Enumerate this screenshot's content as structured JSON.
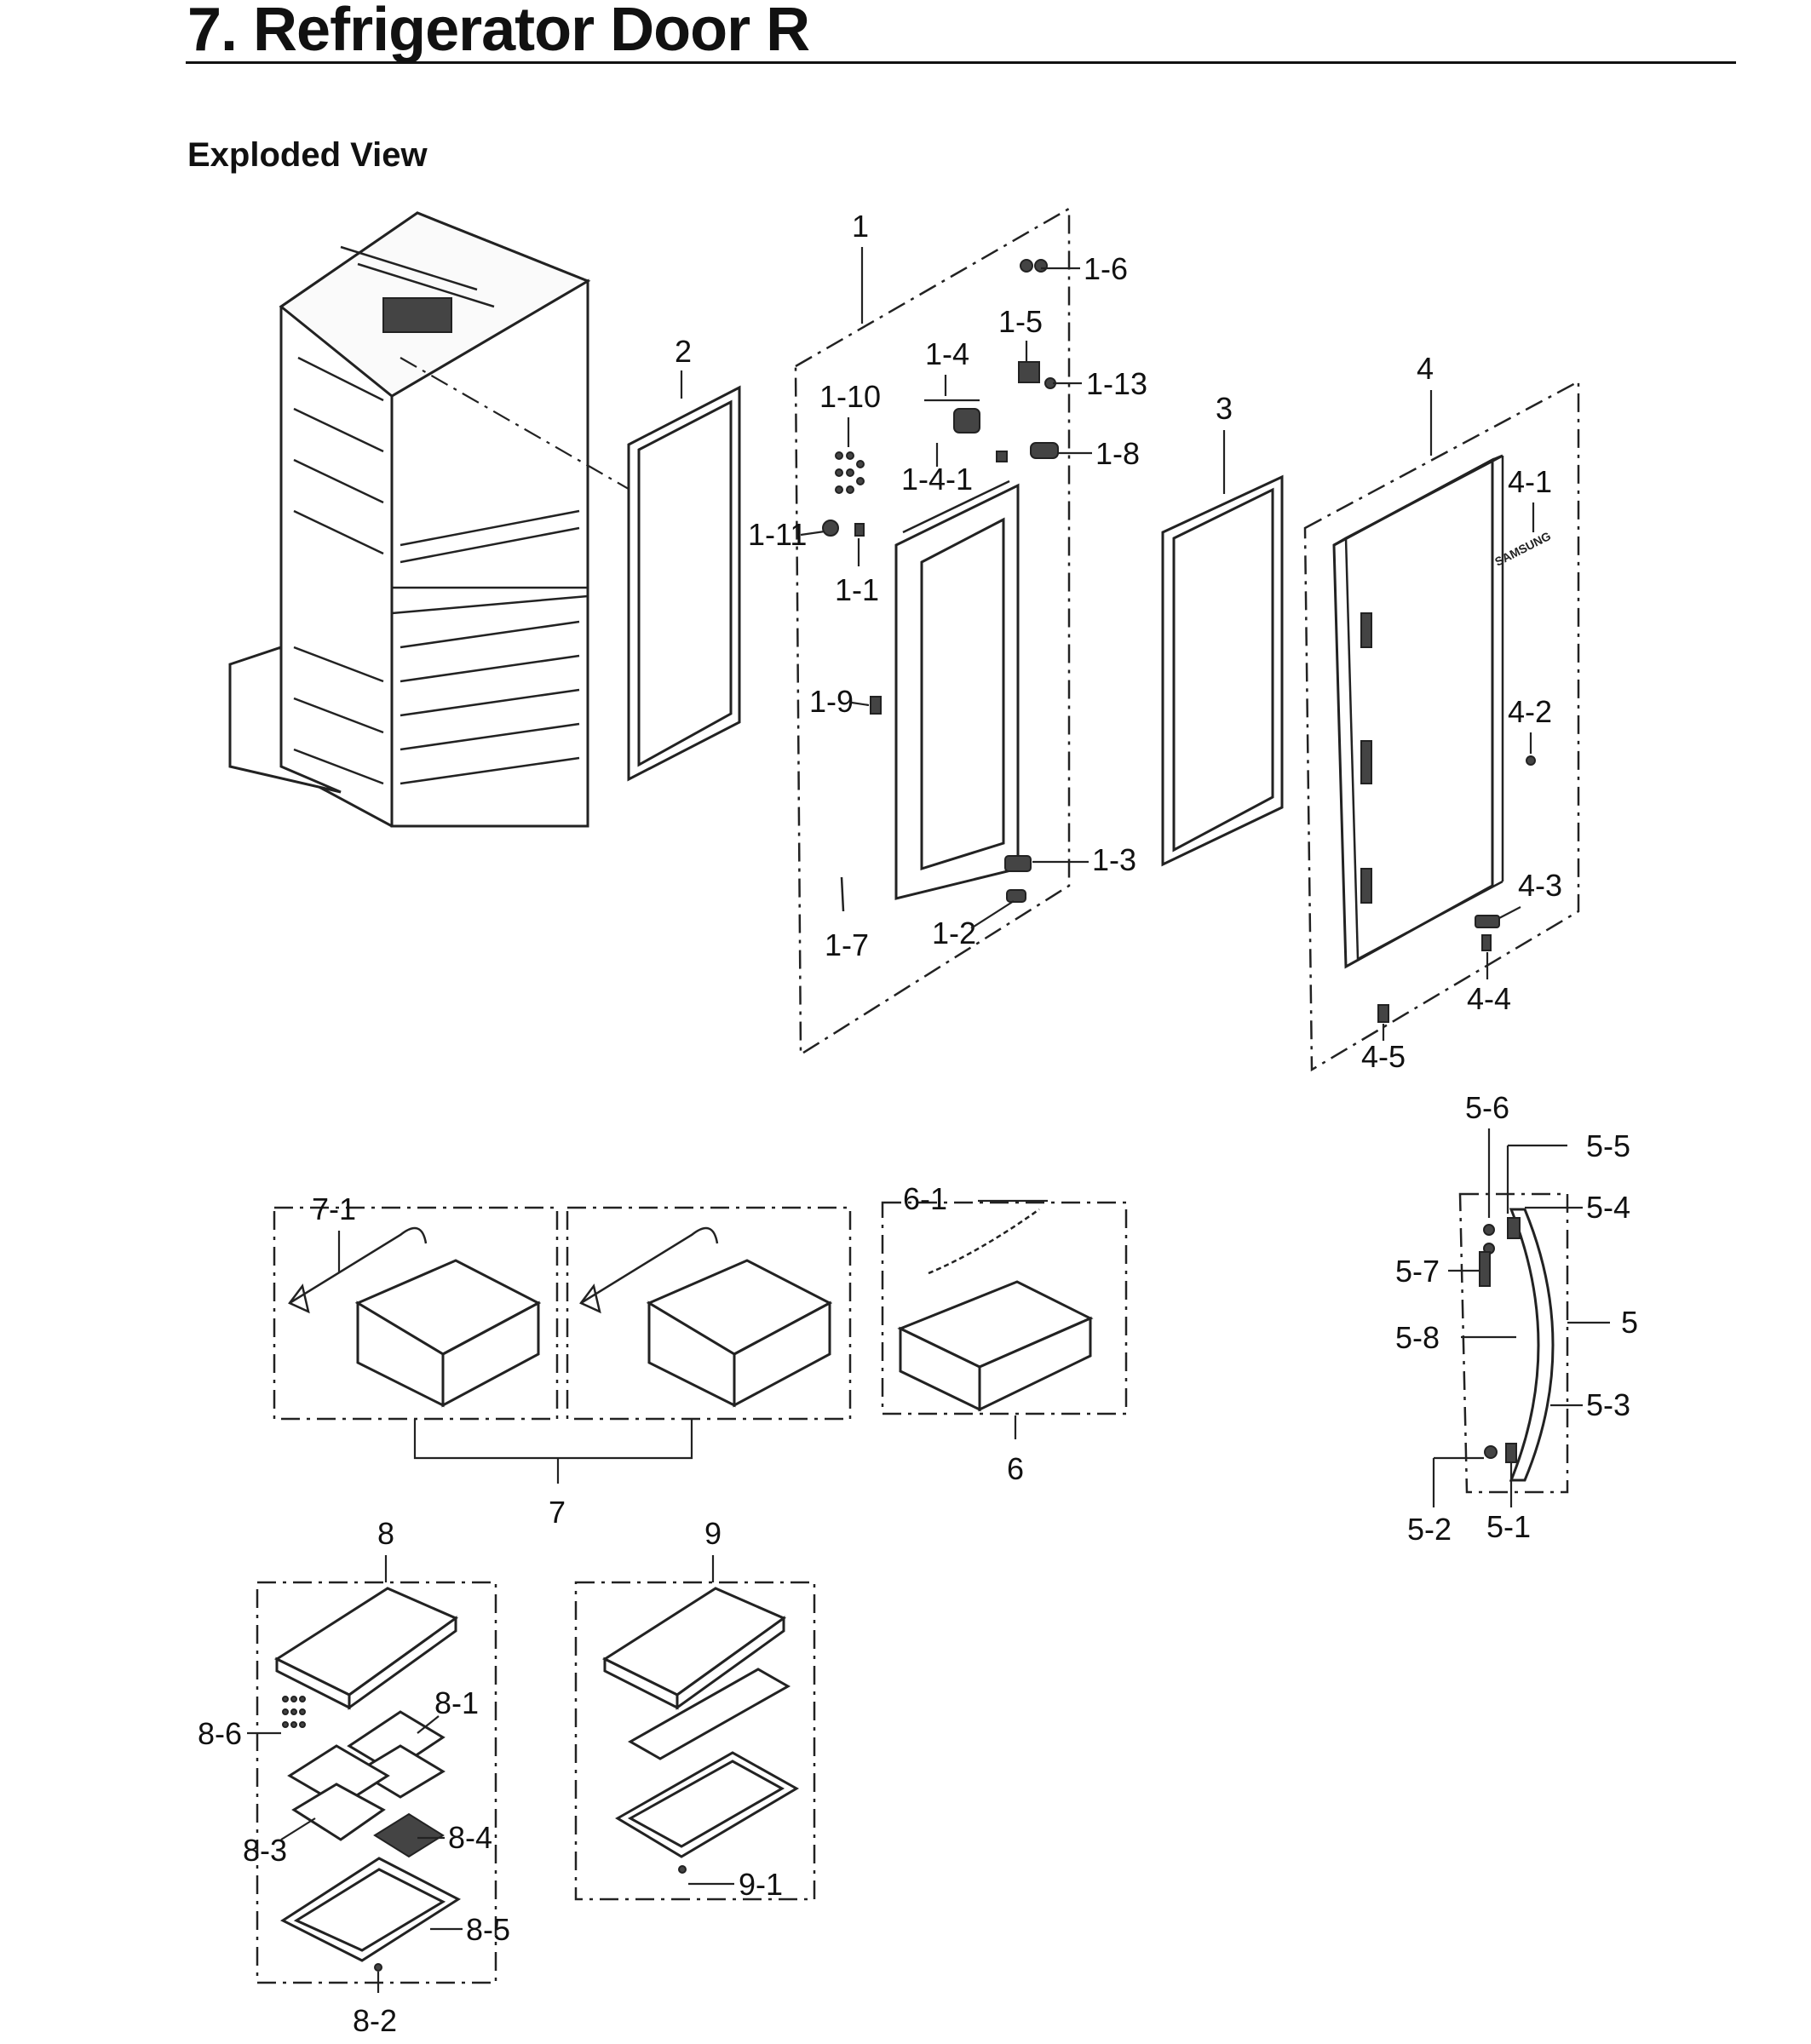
{
  "page": {
    "title": "7.  Refrigerator Door R",
    "subtitle": "Exploded View"
  },
  "logo_text": "SAMSUNG",
  "labels": {
    "p1": "1",
    "p1_1": "1-1",
    "p1_2": "1-2",
    "p1_3": "1-3",
    "p1_4": "1-4",
    "p1_4_1": "1-4-1",
    "p1_5": "1-5",
    "p1_6": "1-6",
    "p1_7": "1-7",
    "p1_8": "1-8",
    "p1_9": "1-9",
    "p1_10": "1-10",
    "p1_11": "1-11",
    "p1_13": "1-13",
    "p2": "2",
    "p3": "3",
    "p4": "4",
    "p4_1": "4-1",
    "p4_2": "4-2",
    "p4_3": "4-3",
    "p4_4": "4-4",
    "p4_5": "4-5",
    "p5": "5",
    "p5_1": "5-1",
    "p5_2": "5-2",
    "p5_3": "5-3",
    "p5_4": "5-4",
    "p5_5": "5-5",
    "p5_6": "5-6",
    "p5_7": "5-7",
    "p5_8": "5-8",
    "p6": "6",
    "p6_1": "6-1",
    "p7": "7",
    "p7_1": "7-1",
    "p8": "8",
    "p8_1": "8-1",
    "p8_2": "8-2",
    "p8_3": "8-3",
    "p8_4": "8-4",
    "p8_5": "8-5",
    "p8_6": "8-6",
    "p9": "9",
    "p9_1": "9-1"
  }
}
